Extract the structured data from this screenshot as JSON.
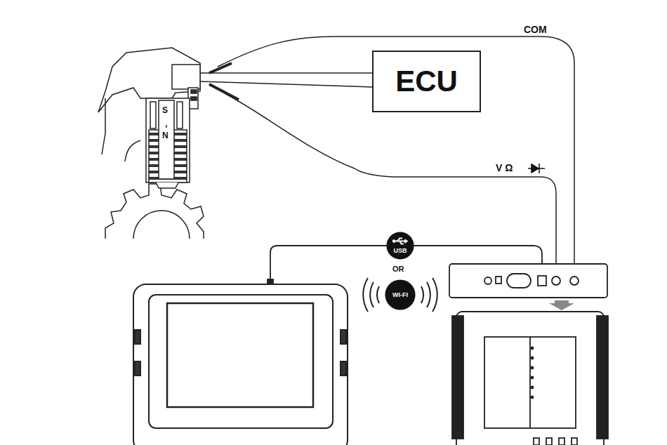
{
  "diagram": {
    "nodes": [
      {
        "text": [
          "ECU"
        ]
      },
      {
        "text": [
          "USB"
        ]
      },
      {
        "text": [
          "WI-FI"
        ]
      }
    ],
    "labels": [
      "COM",
      "V Ω",
      "OR",
      "S",
      "N"
    ]
  }
}
